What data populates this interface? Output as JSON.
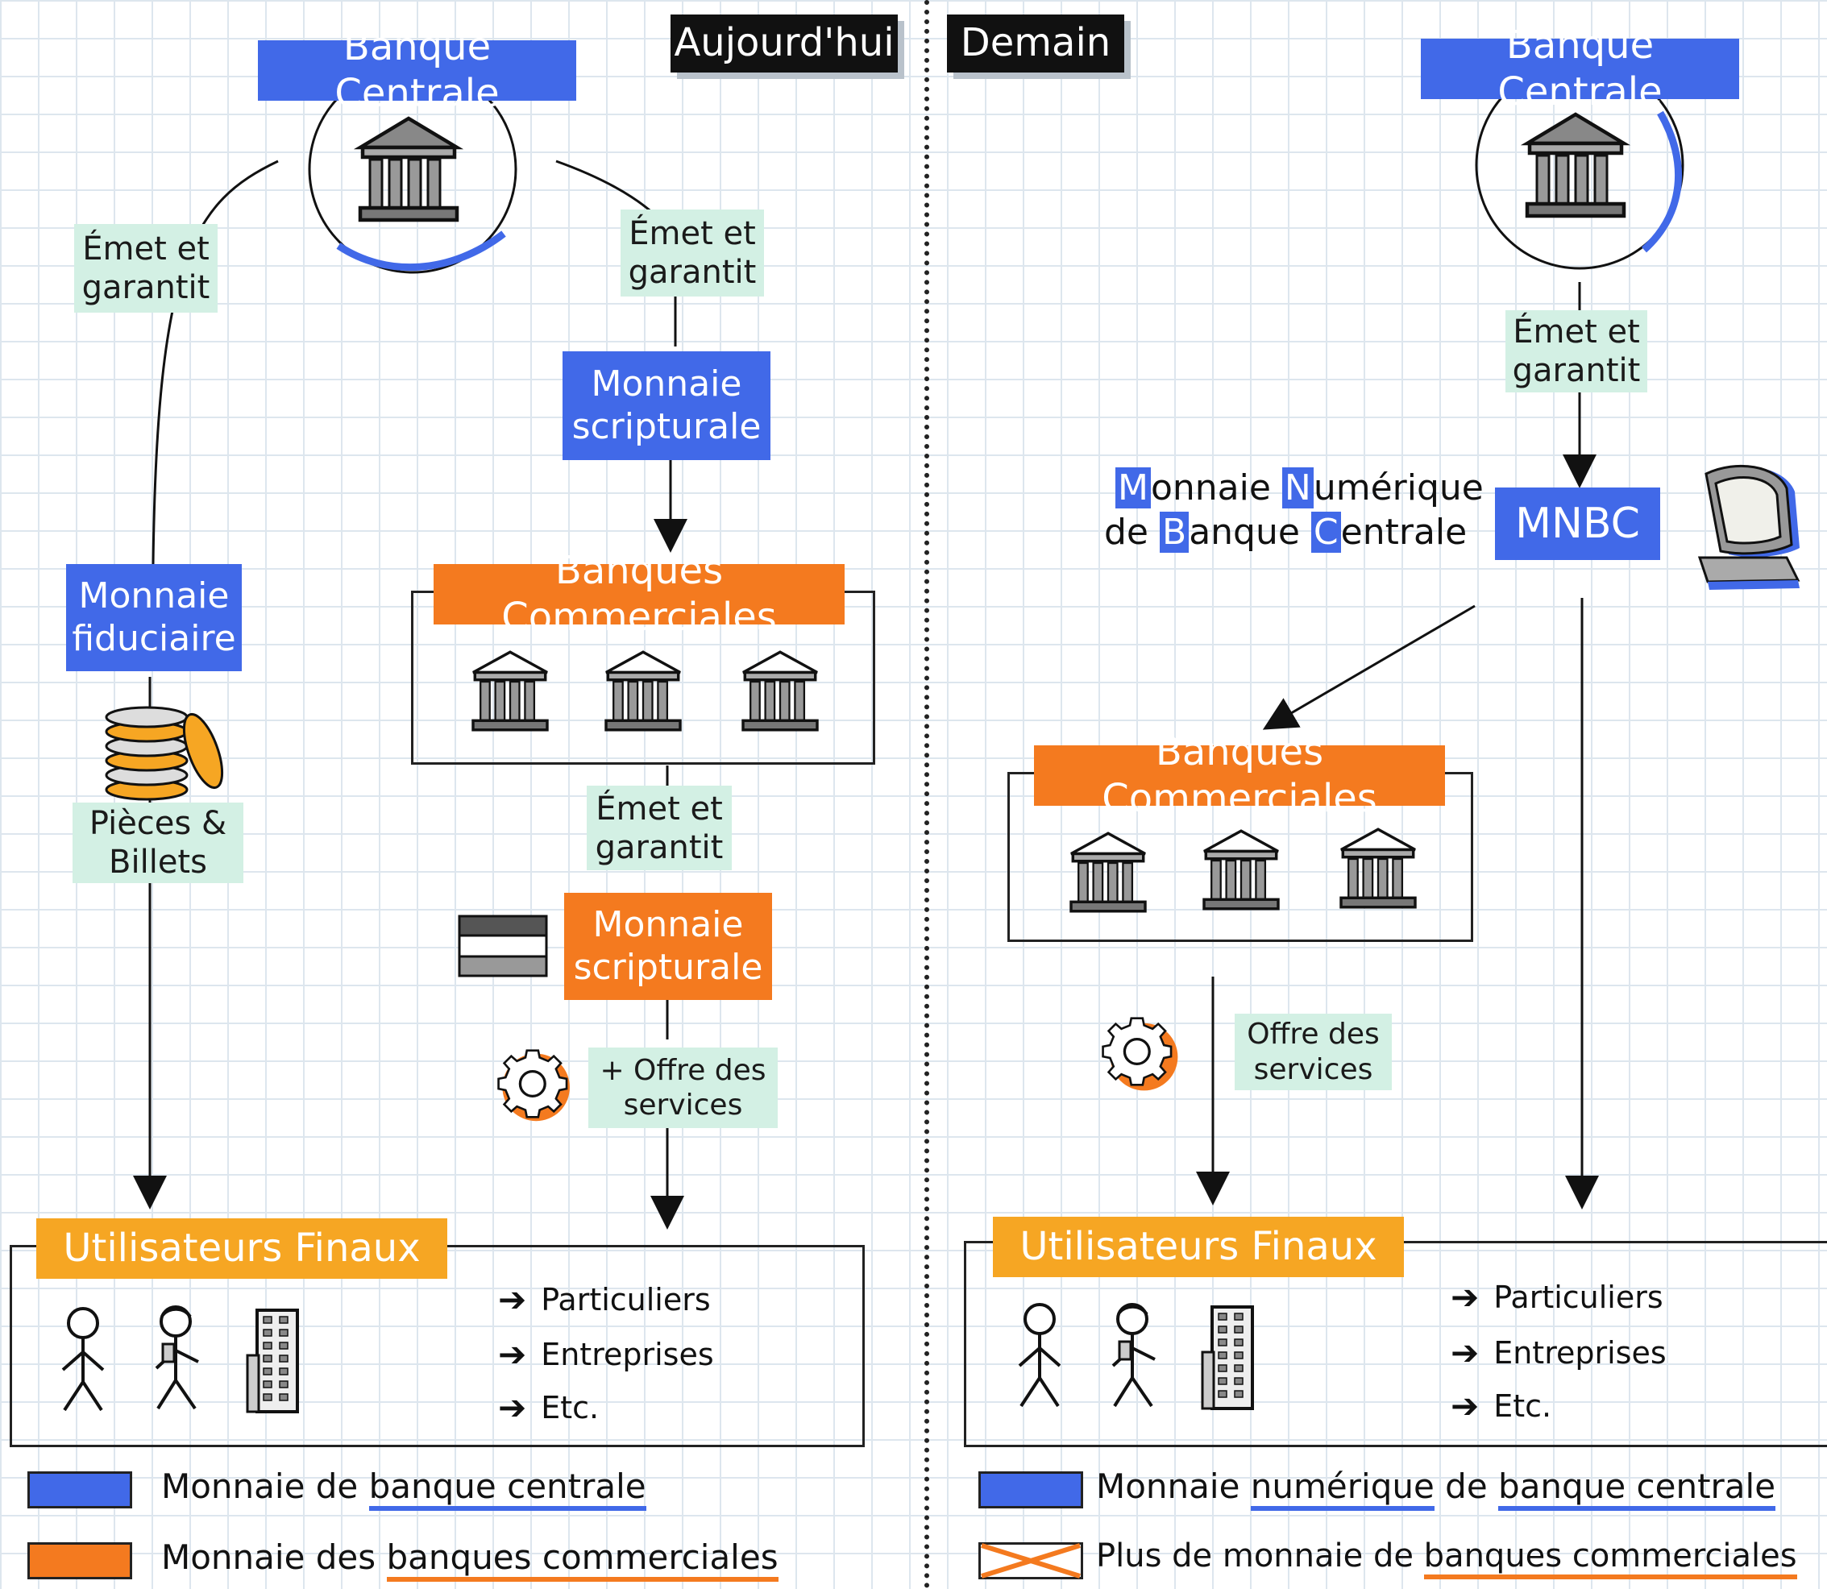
{
  "headers": {
    "left": "Aujourd'hui",
    "right": "Demain"
  },
  "left": {
    "central_bank": "Banque Centrale",
    "emit_left": "Émet et\ngarantit",
    "emit_right": "Émet et\ngarantit",
    "fiduciary": "Monnaie\nfiduciaire",
    "scriptural_top": "Monnaie\nscripturale",
    "commercial_banks": "Banques Commerciales",
    "coins_label": "Pièces &\nBillets",
    "emit_commercial": "Émet et\ngarantit",
    "scriptural_bottom": "Monnaie\nscripturale",
    "services": "+ Offre des\nservices",
    "end_users": "Utilisateurs Finaux",
    "users_list": [
      "Particuliers",
      "Entreprises",
      "Etc."
    ]
  },
  "right": {
    "central_bank": "Banque Centrale",
    "emit": "Émet et\ngarantit",
    "mnbc": "MNBC",
    "mnbc_line1": [
      "M",
      "onnaie ",
      "N",
      "umérique"
    ],
    "mnbc_line2": [
      "de ",
      "B",
      "anque ",
      "C",
      "entrale"
    ],
    "commercial_banks": "Banques Commerciales",
    "services": "Offre des\nservices",
    "end_users": "Utilisateurs Finaux",
    "users_list": [
      "Particuliers",
      "Entreprises",
      "Etc."
    ]
  },
  "legend": {
    "left": [
      {
        "prefix": "Monnaie de ",
        "underlined": "banque centrale",
        "suffix": "",
        "color": "#4169e8"
      },
      {
        "prefix": "Monnaie des ",
        "underlined": "banques commerciales",
        "suffix": "",
        "color": "#f47a1f"
      }
    ],
    "right": [
      {
        "prefix": "Monnaie ",
        "underlined": "numérique",
        "middle": " de ",
        "underlined2": "banque centrale",
        "color": "#4169e8"
      },
      {
        "prefix": "Plus de monnaie de ",
        "underlined": "banques commerciales",
        "color": "#f47a1f"
      }
    ]
  },
  "colors": {
    "blue": "#4169e8",
    "orange": "#f47a1f",
    "amber": "#f6a623",
    "mint": "#d3f0e4"
  },
  "icons": [
    "bank-icon",
    "coins-icon",
    "gear-icon",
    "banknote-icon",
    "computer-icon",
    "person-icon",
    "building-icon",
    "arrow-right-icon"
  ]
}
